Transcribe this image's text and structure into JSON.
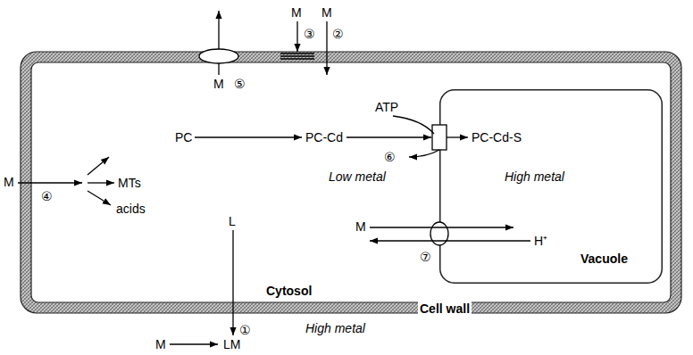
{
  "diagram": {
    "nodes": [
      {
        "text": [
          "Low metal",
          "Cytosol",
          "Cell wall"
        ]
      },
      {
        "text": [
          "High metal",
          "Vacuole"
        ],
        "in": 0
      }
    ],
    "labels": [
      "M",
      "③",
      "M",
      "②",
      "M",
      "⑤",
      "ATP",
      "PC",
      "PC-Cd",
      "PC-Cd-S",
      "⑥",
      "M",
      "MTs",
      "④",
      "acids",
      "L",
      "M",
      "H⁺",
      "⑦",
      "High metal",
      "①",
      "M",
      "LM"
    ]
  }
}
